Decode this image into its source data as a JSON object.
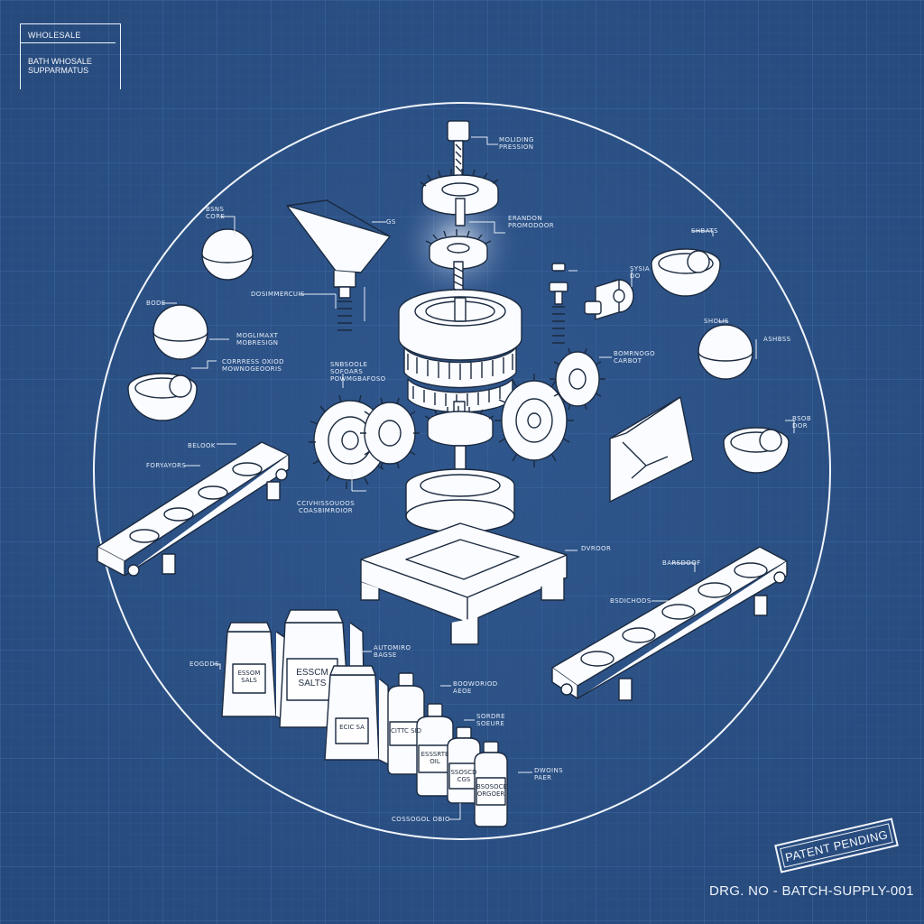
{
  "title_block": {
    "heading": "WHOLESALE",
    "subtitle": "BATH WHOSALE SUPPARMATUS"
  },
  "callouts": {
    "molding_press": "MOLIDING PRESSION",
    "bomb_mold_top": "ERANDON PROMODOOR",
    "gs": "GS",
    "bomb_label": "BSNS CORE",
    "dosing_valve": "DOSIMMERCUIS",
    "bode": "BODE",
    "mold_assembly": "MOGLIMAXT MOBRESIGN",
    "compress": "CORRRESS OXIOD MOWNOGEOORIS",
    "drive_gears": "SNBSOOLE SOFOARS POWMGBAFOSO",
    "spindle": "SYSIA DO",
    "reducer": "BOMRNOGO CARBOT",
    "half_mold": "SHBATS",
    "bomb_right": "SHOLIS",
    "hopper_right": "ASHBSS",
    "tray_right": "BSOB DOR",
    "conveyor_left_a": "BELOOK",
    "conveyor_left_b": "FORYAYORS",
    "compression_chamber": "CCIVHISSOUOOS COASBIMROIOR",
    "base_frame": "DVROOR",
    "conveyor_right_a": "BARSDOOF",
    "conveyor_right_b": "BSDICHODS",
    "bags_left": "EOGDDS",
    "automatic_bags": "AUTOMIRO BAGSE",
    "bottles_a": "BOOWORIOD AEOE",
    "bottles_b": "SORDRE SOEURE",
    "bottles_c": "DWOINS PAER",
    "bottles_base": "COSSOGOL OBIO"
  },
  "packaging": {
    "bag1": "ESSOM SALS",
    "bag2": "ESSCM SALTS",
    "bag3": "ECIC SA",
    "bottle1": "CITTC SID",
    "bottle2": "ESSSRTE OIL",
    "bottle3": "SSOSCD CGS",
    "bottle4": "BSOSOCE ORGOER"
  },
  "stamp": {
    "text": "PATENT PENDING"
  },
  "drawing_number": "DRG. NO - BATCH-SUPPLY-001",
  "colors": {
    "background": "#2a4f84",
    "grid_minor": "#33598f",
    "grid_major": "#3d66a0",
    "line": "#f1f5fc",
    "fill": "#fafcff"
  }
}
